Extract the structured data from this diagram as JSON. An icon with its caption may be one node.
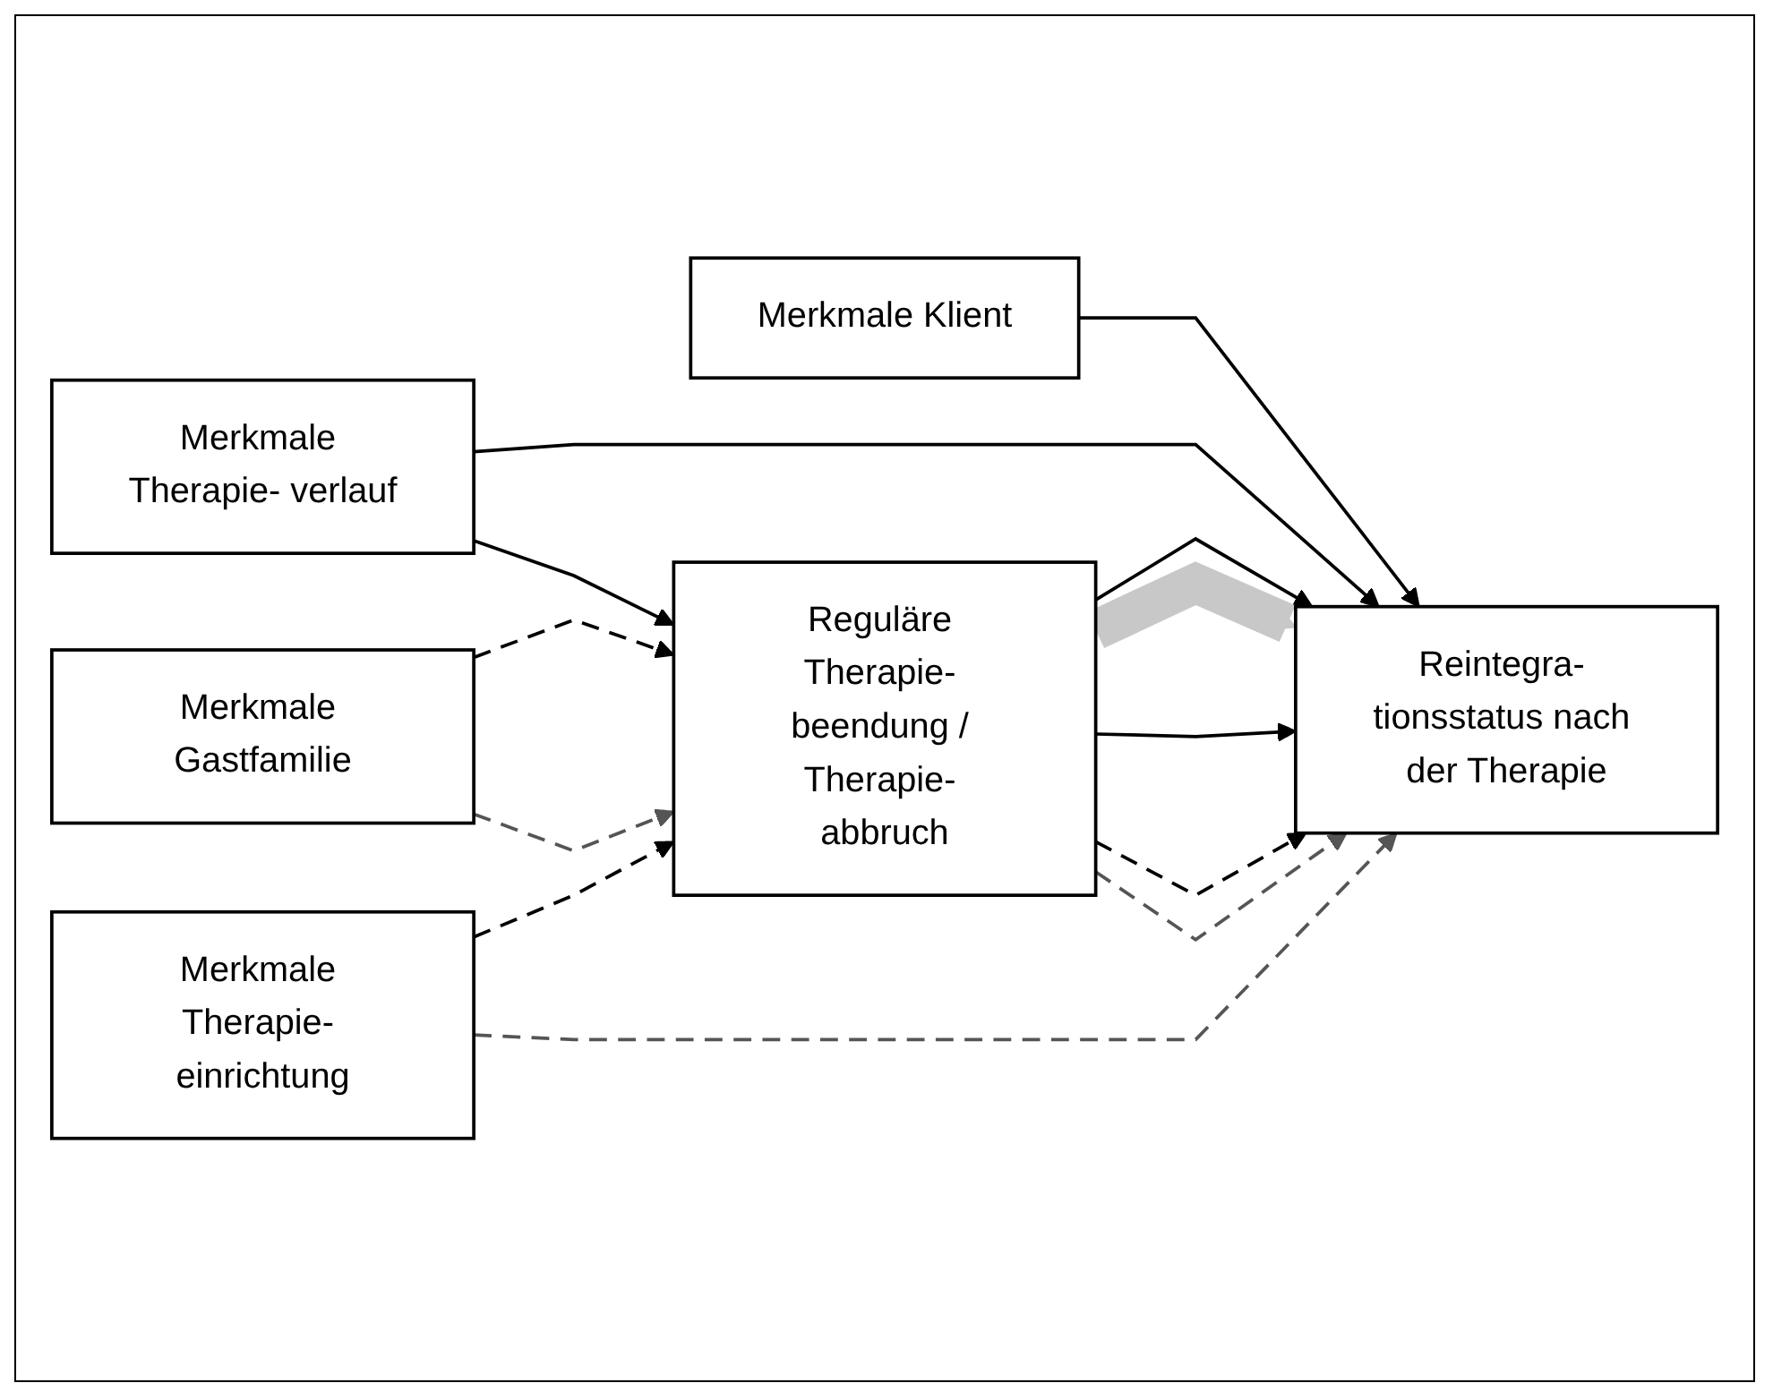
{
  "diagram": {
    "nodes": [
      {
        "text": [
          "Merkmale Klient"
        ]
      },
      {
        "text": [
          "Merkmale Therapie- verlauf"
        ]
      },
      {
        "text": [
          "Reguläre Therapie- beendung / Therapie- abbruch"
        ]
      },
      {
        "text": [
          "Reintegra- tionsstatus nach der Therapie"
        ]
      },
      {
        "text": [
          "Merkmale Gastfamilie"
        ]
      },
      {
        "text": [
          "Merkmale Therapie- einrichtung"
        ]
      }
    ],
    "edges": [
      {
        "from": 0,
        "to": 3,
        "arrow": "to"
      },
      {
        "from": 1,
        "to": 3,
        "arrow": "to"
      },
      {
        "from": 2,
        "to": 3,
        "arrow": "to"
      },
      {
        "from": 1,
        "to": 2,
        "arrow": "to"
      },
      {
        "from": 2,
        "to": 3,
        "arrow": "to",
        "style": "thick",
        "color": "#c8c8c8"
      },
      {
        "from": 2,
        "to": 3,
        "arrow": "to"
      },
      {
        "from": 2,
        "to": 3,
        "arrow": "to",
        "style": "dashed"
      },
      {
        "from": 2,
        "to": 3,
        "arrow": "to",
        "style": "dashed",
        "color": "#555555"
      },
      {
        "from": 4,
        "to": 2,
        "arrow": "to",
        "style": "dashed"
      },
      {
        "from": 4,
        "to": 2,
        "arrow": "to",
        "style": "dashed",
        "color": "#555555"
      },
      {
        "from": 5,
        "to": 2,
        "arrow": "to",
        "style": "dashed"
      },
      {
        "from": 5,
        "to": 3,
        "arrow": "to",
        "style": "dashed",
        "color": "#555555"
      }
    ]
  }
}
